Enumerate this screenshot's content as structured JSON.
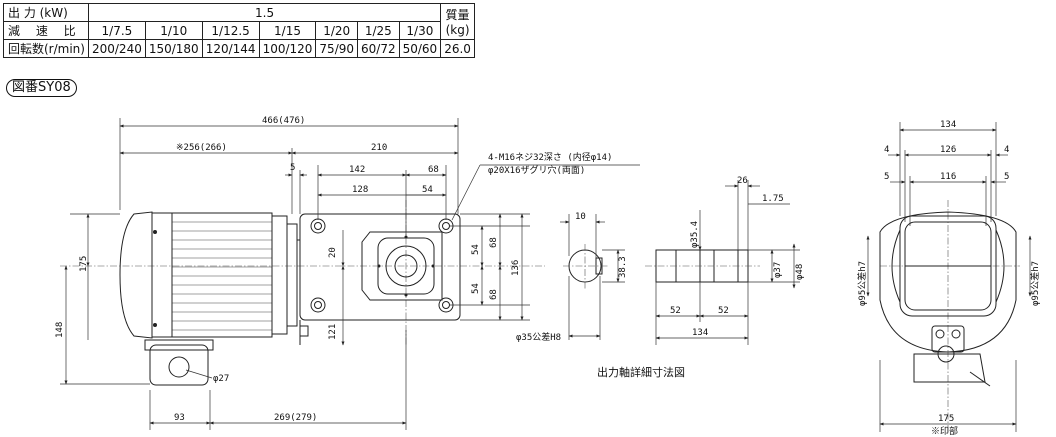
{
  "spec_table": {
    "row_output": {
      "label": "出 力 (kW)",
      "value": "1.5"
    },
    "mass_header": {
      "line1": "質量",
      "line2": "(kg)"
    },
    "row_ratio": {
      "label": "減 速 比",
      "values": [
        "1/7.5",
        "1/10",
        "1/12.5",
        "1/15",
        "1/20",
        "1/25",
        "1/30"
      ]
    },
    "row_speed": {
      "label": "回転数(r/min)",
      "values": [
        "200/240",
        "150/180",
        "120/144",
        "100/120",
        "75/90",
        "60/72",
        "50/60"
      ],
      "mass": "26.0"
    }
  },
  "figure_number": "図番SY08",
  "drawing": {
    "dims_front": {
      "overall": "466(476)",
      "motor": "※256(266)",
      "gearbox": "210",
      "d5": "5",
      "d142": "142",
      "d68top": "68",
      "d128": "128",
      "d54top": "54",
      "d20": "20",
      "d121": "121",
      "d175": "175",
      "d148": "148",
      "d93": "93",
      "d269": "269(279)",
      "r54a": "54",
      "r54b": "54",
      "r68a": "68",
      "r68b": "68",
      "r136": "136",
      "bolt_note_1": "4-M16ネジ32深さ (内径φ14)",
      "bolt_note_2": "φ20X16ザグリ穴(両面)",
      "phi27": "φ27"
    },
    "dims_shaft": {
      "d10": "10",
      "d38_3": "38.3",
      "phi35": "φ35公差H8",
      "d26": "26",
      "d1_75": "1.75",
      "phi35_4": "φ35.4",
      "phi37": "φ37",
      "phi48": "φ48",
      "d52a": "52",
      "d52b": "52",
      "d134": "134",
      "caption": "出力軸詳細寸法図"
    },
    "dims_side": {
      "d134": "134",
      "d126": "126",
      "d4a": "4",
      "d4b": "4",
      "d5a": "5",
      "d5b": "5",
      "d116": "116",
      "phi95a": "φ95公差h7",
      "phi95b": "φ95公差h7",
      "d175": "175",
      "mark_note": "※印部"
    }
  }
}
